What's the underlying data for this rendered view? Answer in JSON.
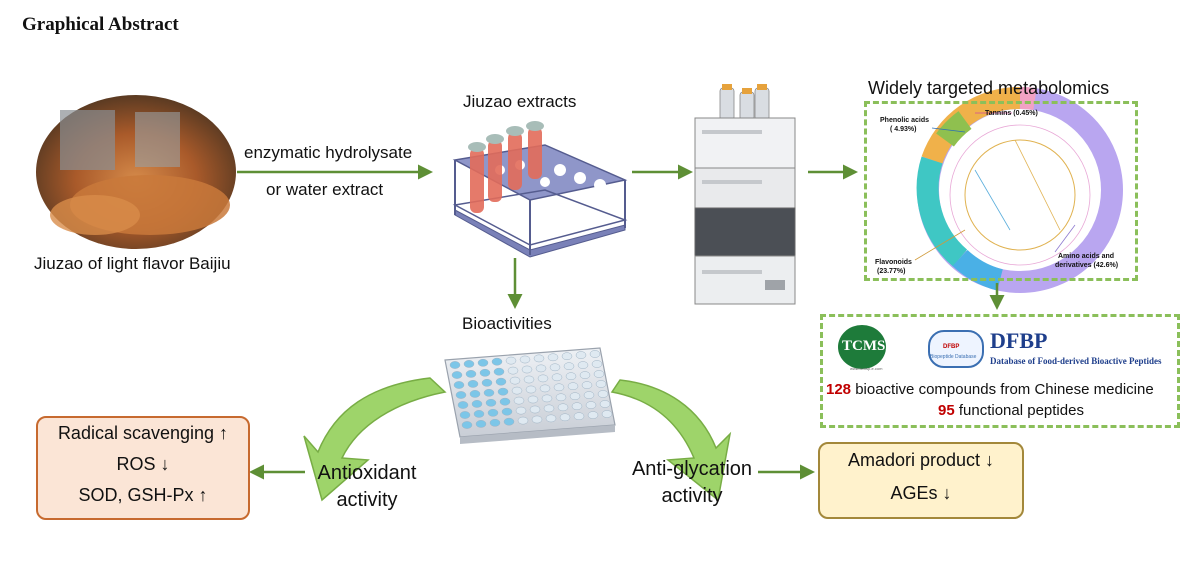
{
  "heading": "Graphical Abstract",
  "jiuzao_label": "Jiuzao of light flavor Baijiu",
  "arrow1_line1": "enzymatic hydrolysate",
  "arrow1_line2": "or water extract",
  "extracts_label": "Jiuzao extracts",
  "metabolomics_title": "Widely targeted metabolomics",
  "donut": {
    "phenolic_line1": "Phenolic acids",
    "phenolic_line2": "( 4.93%)",
    "tannins": "Tannins (0.45%)",
    "flavonoids_line1": "Flavonoids",
    "flavonoids_line2": "(23.77%)",
    "amino_line1": "Amino acids and",
    "amino_line2": "derivatives (42.6%)"
  },
  "databases": {
    "tcmsp_logo": "TCMSP",
    "tcmsp_url": "www.tcmsp-e.com",
    "dfbp_title": "DFBP",
    "dfbp_subtitle": "Database of Food-derived Bioactive Peptides",
    "dfbp_logo_top": "DFBP",
    "dfbp_logo_bottom": "Biopeptide Database",
    "compounds_count": "128",
    "compounds_text": " bioactive compounds from Chinese medicine",
    "peptides_count": "95",
    "peptides_text": " functional peptides"
  },
  "bioactivities_label": "Bioactivities",
  "antioxidant_line1": "Antioxidant",
  "antioxidant_line2": "activity",
  "antiglycation_line1": "Anti-glycation",
  "antiglycation_line2": "activity",
  "left_box": [
    "Radical scavenging ↑",
    "ROS ↓",
    "SOD, GSH-Px ↑"
  ],
  "right_box": [
    "Amadori product ↓",
    "AGEs ↓"
  ],
  "colors": {
    "arrow_green": "#5e8f35",
    "leaf_green": "#9ed46a",
    "highlight_red": "#c00000",
    "dashed_green": "#8bbf5a",
    "peach_box": "#fbe5d6",
    "yellow_box": "#fff2cc"
  }
}
